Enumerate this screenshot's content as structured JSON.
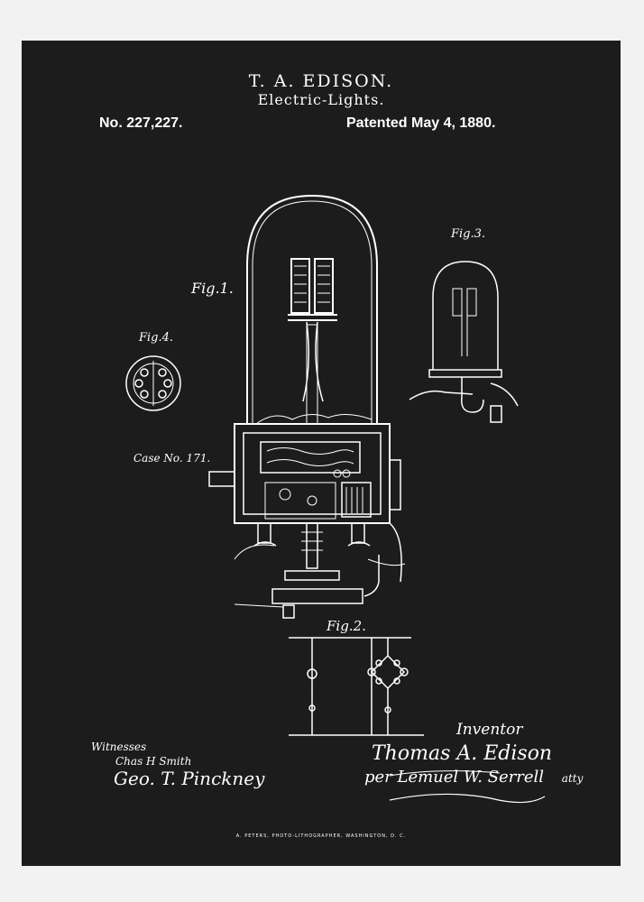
{
  "header": {
    "inventor": "T. A. EDISON.",
    "subject": "Electric-Lights.",
    "patent_number": "No. 227,227.",
    "patent_date": "Patented May 4, 1880."
  },
  "figures": {
    "fig1": "Fig.1.",
    "fig2": "Fig.2.",
    "fig3": "Fig.3.",
    "fig4": "Fig.4."
  },
  "case_number": "Case No. 171.",
  "witnesses": {
    "label": "Witnesses",
    "names": [
      "Chas H Smith",
      "Geo. T. Pinckney"
    ]
  },
  "inventor_block": {
    "label": "Inventor",
    "name": "Thomas A. Edison",
    "attorney": "per Lemuel W. Serrell",
    "attorney_suffix": "atty"
  },
  "footer": "A. PETERS, PHOTO-LITHOGRAPHER, WASHINGTON, D. C.",
  "colors": {
    "background": "#1c1c1c",
    "ink": "#ffffff",
    "paper": "#f2f2f2"
  }
}
